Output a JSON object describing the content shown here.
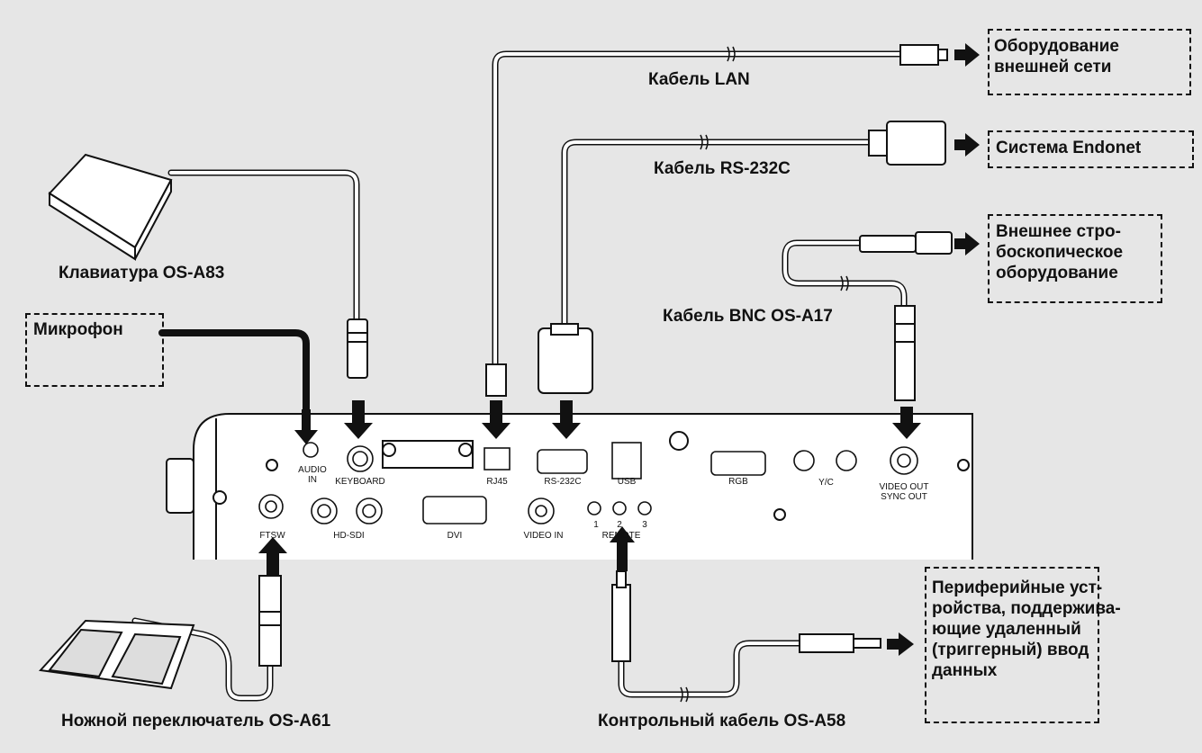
{
  "labels": {
    "lan_cable": "Кабель LAN",
    "rs232c_cable": "Кабель RS-232C",
    "keyboard": "Клавиатура OS-A83",
    "bnc_cable": "Кабель BNC OS-A17",
    "footswitch": "Ножной переключатель OS-A61",
    "control_cable": "Контрольный кабель OS-A58"
  },
  "boxes": {
    "microphone": "Микрофон",
    "external_network": "Оборудование\nвнешней сети",
    "endonet": "Система Endonet",
    "stroboscopic": "Внешнее стро-\nбоскопическое\nоборудование",
    "peripherals": "Периферийные уст-\nройства, поддержива-\nющие удаленный\n(триггерный) ввод\nданных"
  },
  "ports": {
    "audio_in": "AUDIO\nIN",
    "keyboard": "KEYBOARD",
    "rj45": "RJ45",
    "rs232c": "RS-232C",
    "usb": "USB",
    "rgb": "RGB",
    "yc": "Y/C",
    "video_out_sync_out": "VIDEO OUT\nSYNC OUT",
    "ftsw": "FTSW",
    "hd_sdi": "HD-SDI",
    "dvi": "DVI",
    "video_in": "VIDEO IN",
    "remote": "REMOTE",
    "remote_1": "1",
    "remote_2": "2",
    "remote_3": "3"
  }
}
